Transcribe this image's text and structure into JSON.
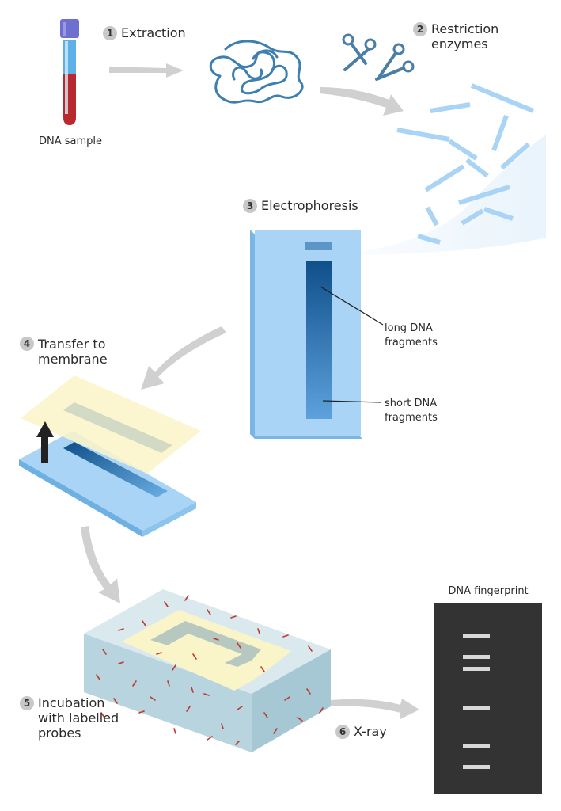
{
  "steps": [
    {
      "number": "1",
      "label": "Extraction"
    },
    {
      "number": "2",
      "label_lines": [
        "Restriction",
        "enzymes"
      ]
    },
    {
      "number": "3",
      "label": "Electrophoresis"
    },
    {
      "number": "4",
      "label_lines": [
        "Transfer to",
        "membrane"
      ]
    },
    {
      "number": "5",
      "label_lines": [
        "Incubation",
        "with labelled",
        "probes"
      ]
    },
    {
      "number": "6",
      "label": "X-ray"
    }
  ],
  "labels": {
    "dna_sample": "DNA sample",
    "long_fragments": [
      "long DNA",
      "fragments"
    ],
    "short_fragments": [
      "short DNA",
      "fragments"
    ],
    "fingerprint": "DNA fingerprint"
  },
  "colors": {
    "gel": "#a9d4f5",
    "gel_side": "#79b6e4",
    "fragment": "#a9d4f5",
    "dna_coil": "#3d7fb0",
    "membrane": "#faf5c8",
    "tube_blood": "#b8282c",
    "tube_cap": "#6f6fd0",
    "xray_film": "#333333",
    "band": "#d8d8d8",
    "probe": "#c0392b",
    "arrow": "#d0d0d0"
  }
}
